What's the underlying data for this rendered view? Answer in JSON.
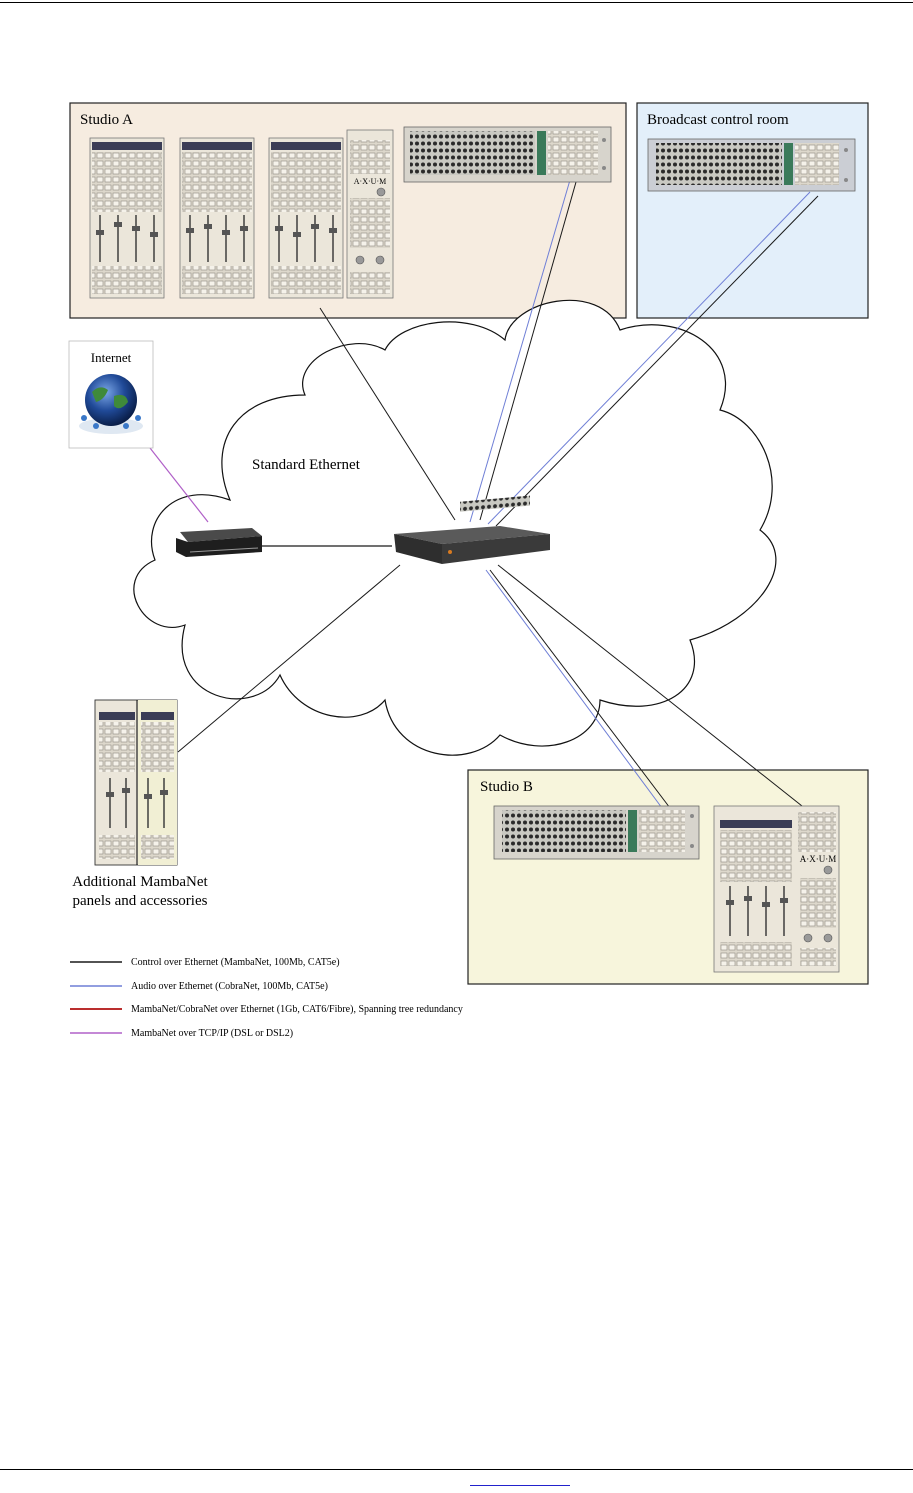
{
  "diagram": {
    "rooms": {
      "studio_a": "Studio A",
      "broadcast_control_room": "Broadcast control room",
      "studio_b": "Studio B"
    },
    "internet_label": "Internet",
    "cloud_label": "Standard Ethernet",
    "console_brand": "A·X·U·M",
    "additional_panels": {
      "line1": "Additional MambaNet",
      "line2": "panels and accessories"
    },
    "legend": [
      {
        "label": "Control over Ethernet (MambaNet, 100Mb, CAT5e)",
        "color": "#1a1a1a"
      },
      {
        "label": "Audio over Ethernet (CobraNet, 100Mb, CAT5e)",
        "color": "#6f7fd6"
      },
      {
        "label": "MambaNet/CobraNet over Ethernet (1Gb, CAT6/Fibre), Spanning tree redundancy",
        "color": "#b01010"
      },
      {
        "label": "MambaNet over TCP/IP (DSL or DSL2)",
        "color": "#b060c8"
      }
    ]
  },
  "colors": {
    "studio_a_bg": "#f6ece0",
    "broadcast_bg": "#e3effa",
    "studio_b_bg": "#f7f5dc",
    "panel_face": "#ebe6da",
    "link": "#2222cc"
  },
  "icons": {
    "globe": "globe-icon",
    "dsl_modem": "dsl-modem-icon",
    "ethernet_switch": "ethernet-switch-icon"
  }
}
